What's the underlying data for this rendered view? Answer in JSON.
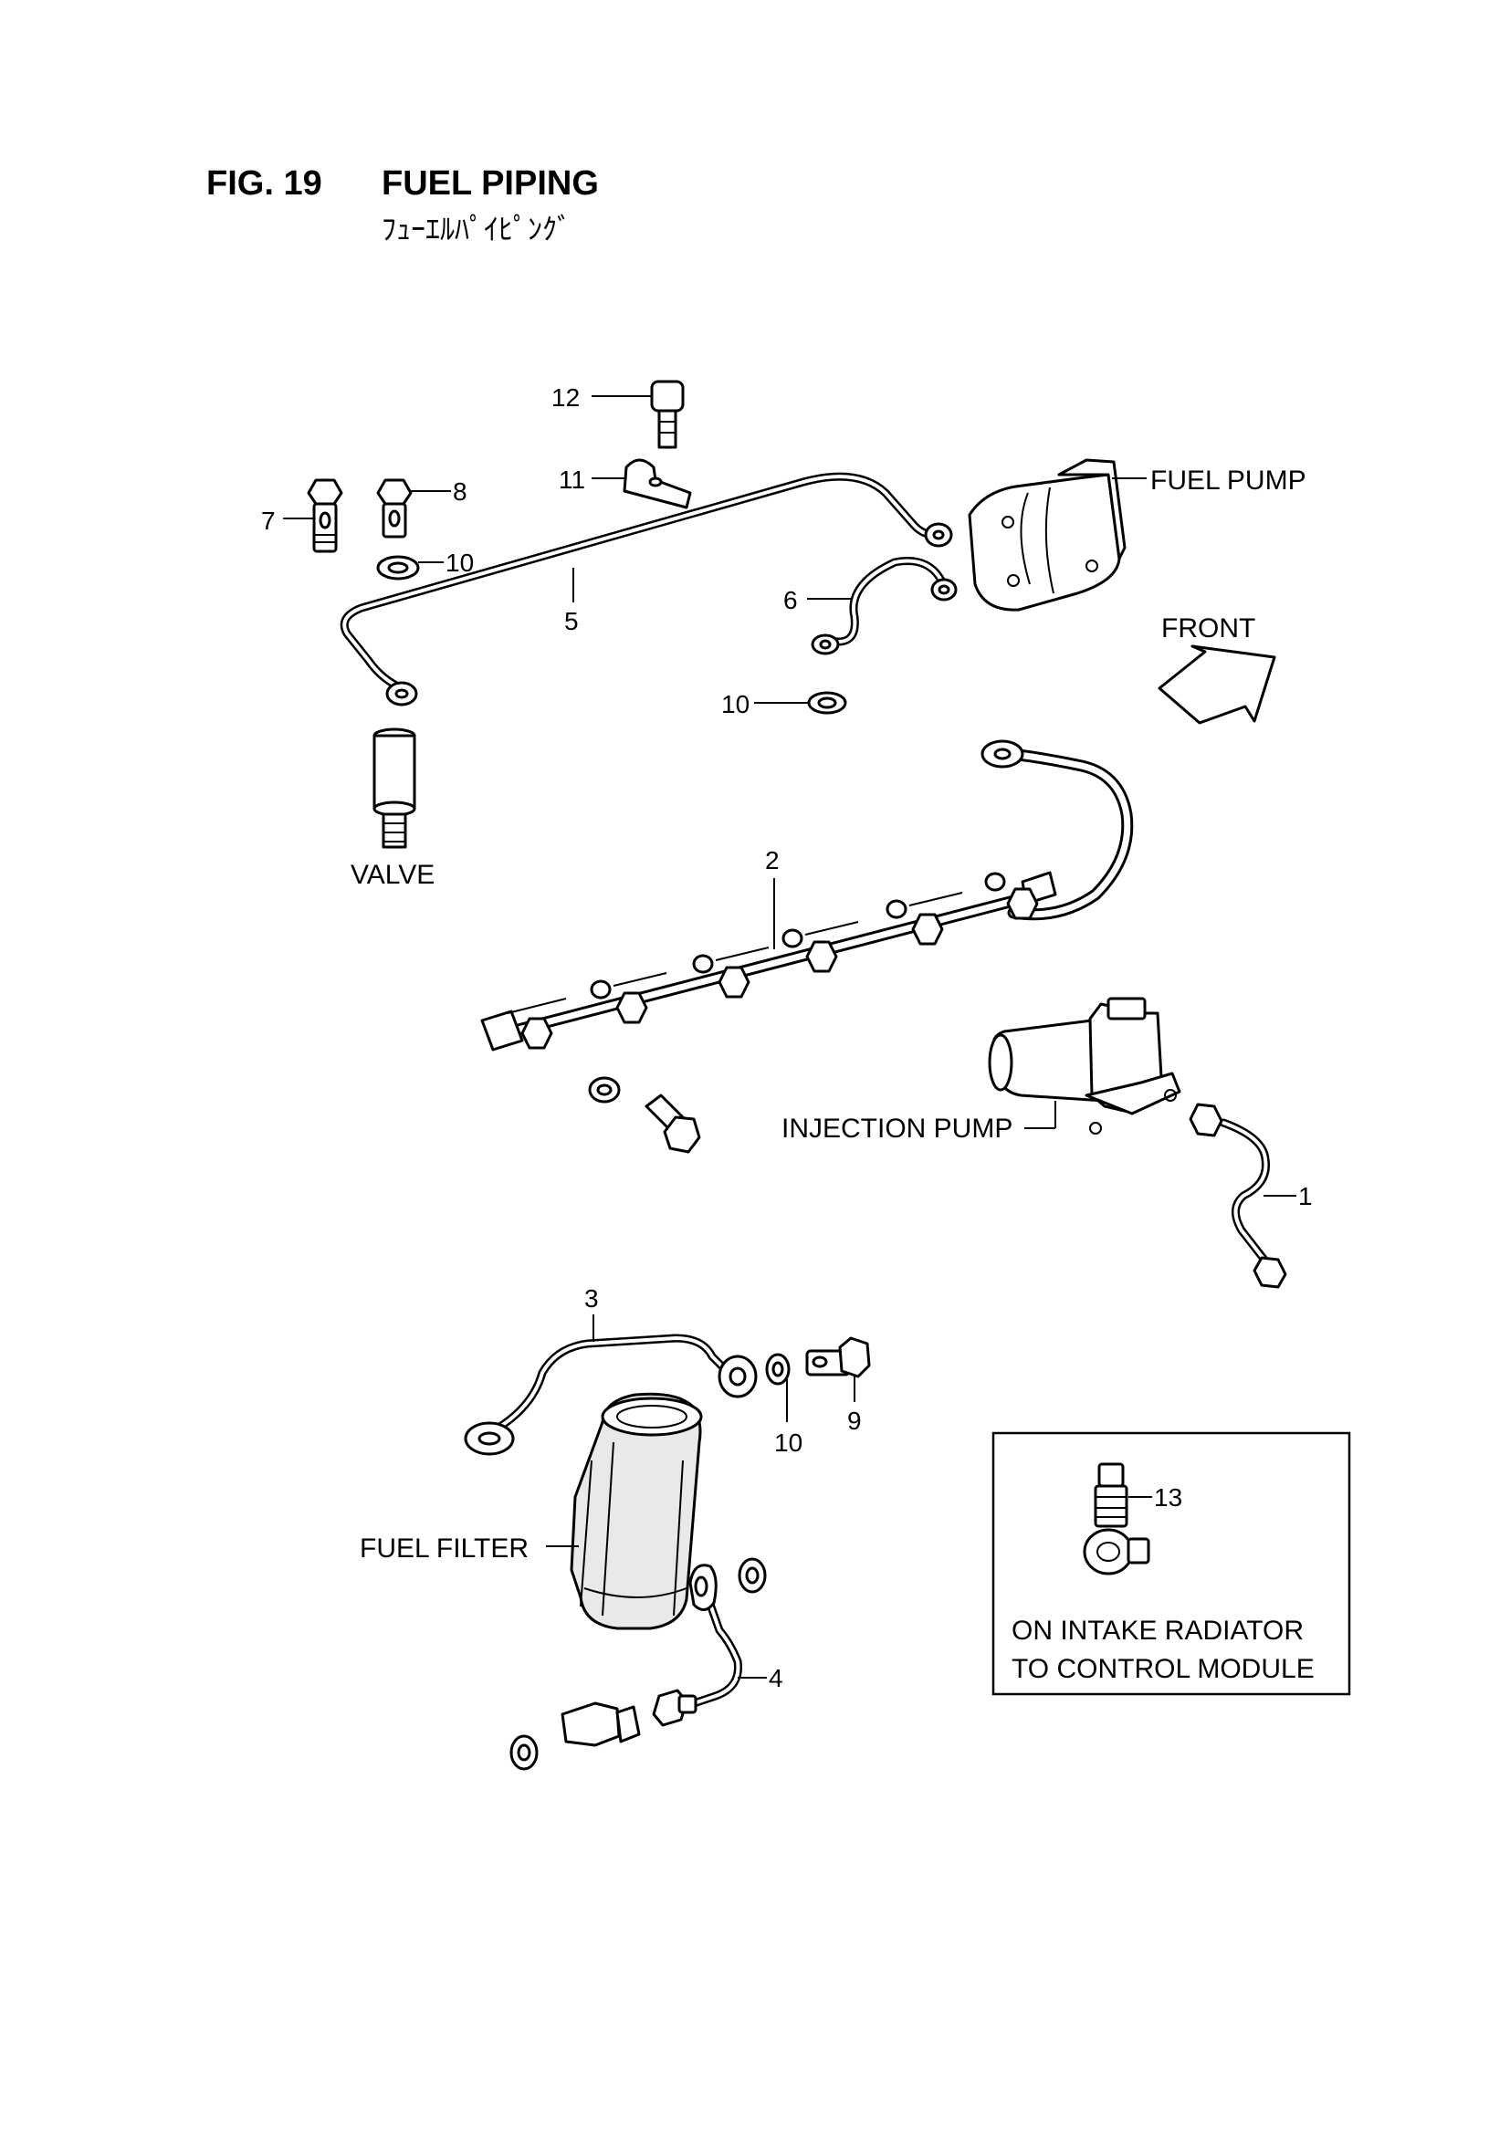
{
  "figure": {
    "number": "FIG. 19",
    "title": "FUEL PIPING",
    "subtitle": "ﾌｭｰｴﾙﾊﾟｲﾋﾟﾝｸﾞ"
  },
  "labels": {
    "fuel_pump": "FUEL PUMP",
    "front": "FRONT",
    "valve": "VALVE",
    "injection_pump": "INJECTION PUMP",
    "fuel_filter": "FUEL FILTER"
  },
  "callouts": {
    "c1": "1",
    "c2": "2",
    "c3": "3",
    "c4": "4",
    "c5": "5",
    "c6": "6",
    "c7": "7",
    "c8": "8",
    "c9": "9",
    "c10a": "10",
    "c10b": "10",
    "c10c": "10",
    "c11": "11",
    "c12": "12",
    "c13": "13"
  },
  "inset": {
    "line1": "ON INTAKE RADIATOR",
    "line2": "TO CONTROL MODULE"
  }
}
